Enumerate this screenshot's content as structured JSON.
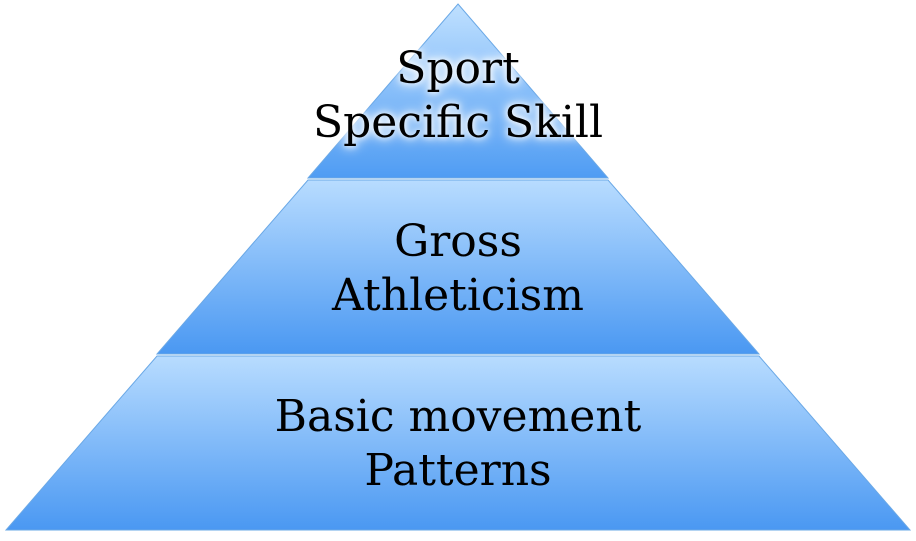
{
  "pyramid": {
    "tiers": [
      {
        "level": "top",
        "lines": [
          "Sport",
          "Specific Skill"
        ]
      },
      {
        "level": "middle",
        "lines": [
          "Gross",
          "Athleticism"
        ]
      },
      {
        "level": "bottom",
        "lines": [
          "Basic movement",
          "Patterns"
        ]
      }
    ],
    "colors": {
      "fill_light": "#b8dcff",
      "fill_dark": "#4a98f2",
      "outline": "#5a9fe0"
    }
  }
}
